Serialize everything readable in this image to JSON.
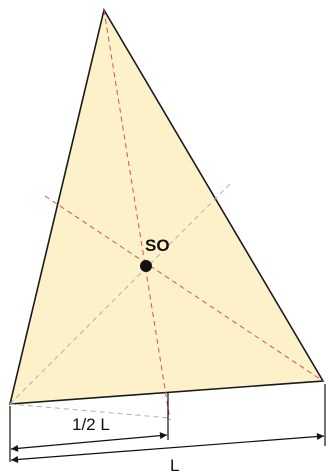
{
  "labels": {
    "centroid": "SO",
    "half_length": "1/2 L",
    "full_length": "L"
  },
  "colors": {
    "triangle_fill": "#fdf1c9",
    "triangle_stroke": "#1a1a1a",
    "median_line": "#e05050",
    "gray_line": "#b0b0b0",
    "centroid_dot": "#111111",
    "dimension_line": "#111111"
  }
}
